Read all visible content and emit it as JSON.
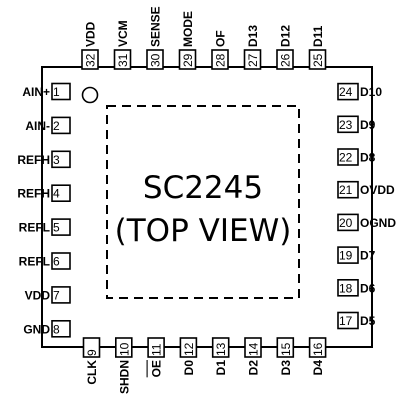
{
  "chip": {
    "part_number": "SC2245",
    "view_label": "(TOP VIEW)"
  },
  "pins": {
    "left": [
      {
        "num": "1",
        "name": "AIN+"
      },
      {
        "num": "2",
        "name": "AIN-"
      },
      {
        "num": "3",
        "name": "REFH"
      },
      {
        "num": "4",
        "name": "REFH"
      },
      {
        "num": "5",
        "name": "REFL"
      },
      {
        "num": "6",
        "name": "REFL"
      },
      {
        "num": "7",
        "name": "VDD"
      },
      {
        "num": "8",
        "name": "GND"
      }
    ],
    "bottom": [
      {
        "num": "9",
        "name": "CLK"
      },
      {
        "num": "10",
        "name": "SHDN"
      },
      {
        "num": "11",
        "name": "OE",
        "overline": true
      },
      {
        "num": "12",
        "name": "D0"
      },
      {
        "num": "13",
        "name": "D1"
      },
      {
        "num": "14",
        "name": "D2"
      },
      {
        "num": "15",
        "name": "D3"
      },
      {
        "num": "16",
        "name": "D4"
      }
    ],
    "right": [
      {
        "num": "17",
        "name": "D5"
      },
      {
        "num": "18",
        "name": "D6"
      },
      {
        "num": "19",
        "name": "D7"
      },
      {
        "num": "20",
        "name": "OGND"
      },
      {
        "num": "21",
        "name": "OVDD"
      },
      {
        "num": "22",
        "name": "D8"
      },
      {
        "num": "23",
        "name": "D9"
      },
      {
        "num": "24",
        "name": "D10"
      }
    ],
    "top": [
      {
        "num": "25",
        "name": "D11"
      },
      {
        "num": "26",
        "name": "D12"
      },
      {
        "num": "27",
        "name": "D13"
      },
      {
        "num": "28",
        "name": "OF"
      },
      {
        "num": "29",
        "name": "MODE"
      },
      {
        "num": "30",
        "name": "SENSE"
      },
      {
        "num": "31",
        "name": "VCM"
      },
      {
        "num": "32",
        "name": "VDD"
      }
    ]
  }
}
